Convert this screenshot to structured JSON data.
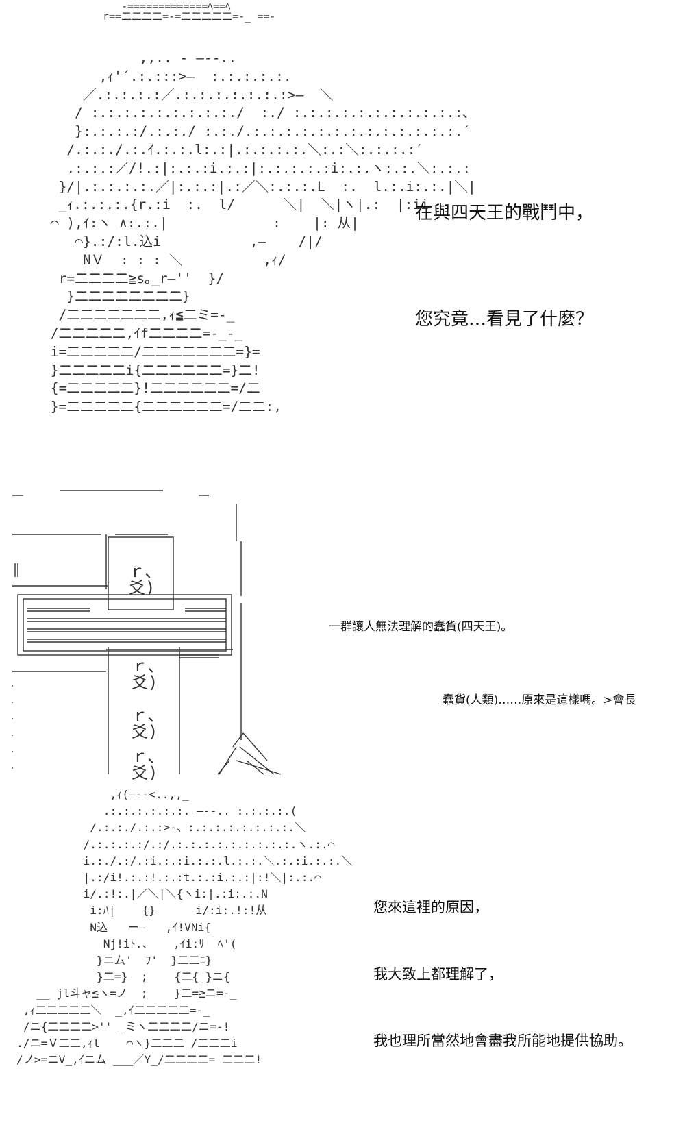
{
  "panel1": {
    "caption_1": "在與四天王的戰鬥中，",
    "caption_2": "您究竟…看見了什麼？"
  },
  "panel2": {
    "caption_1": "一群讓人無法理解的蠢貨(四天王)。",
    "caption_2": "蠢貨(人類)……原來是這樣嗎。>會長"
  },
  "panel3": {
    "caption_1": "您來這裡的原因，",
    "caption_2": "我大致上都理解了，",
    "caption_3": "我也理所當然地會盡我所能地提供協助。"
  }
}
